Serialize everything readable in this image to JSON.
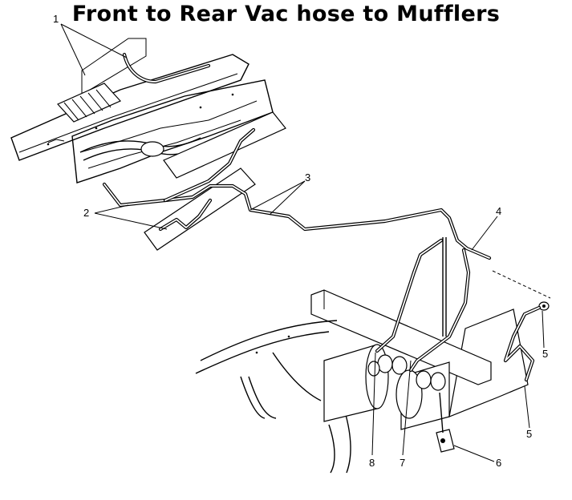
{
  "title": "Front to Rear Vac hose to Mufflers",
  "callouts": {
    "c1": "1",
    "c2": "2",
    "c3": "3",
    "c4": "4",
    "c5a": "5",
    "c5b": "5",
    "c6": "6",
    "c7": "7",
    "c8": "8"
  },
  "colors": {
    "line": "#000000",
    "background": "#ffffff"
  }
}
